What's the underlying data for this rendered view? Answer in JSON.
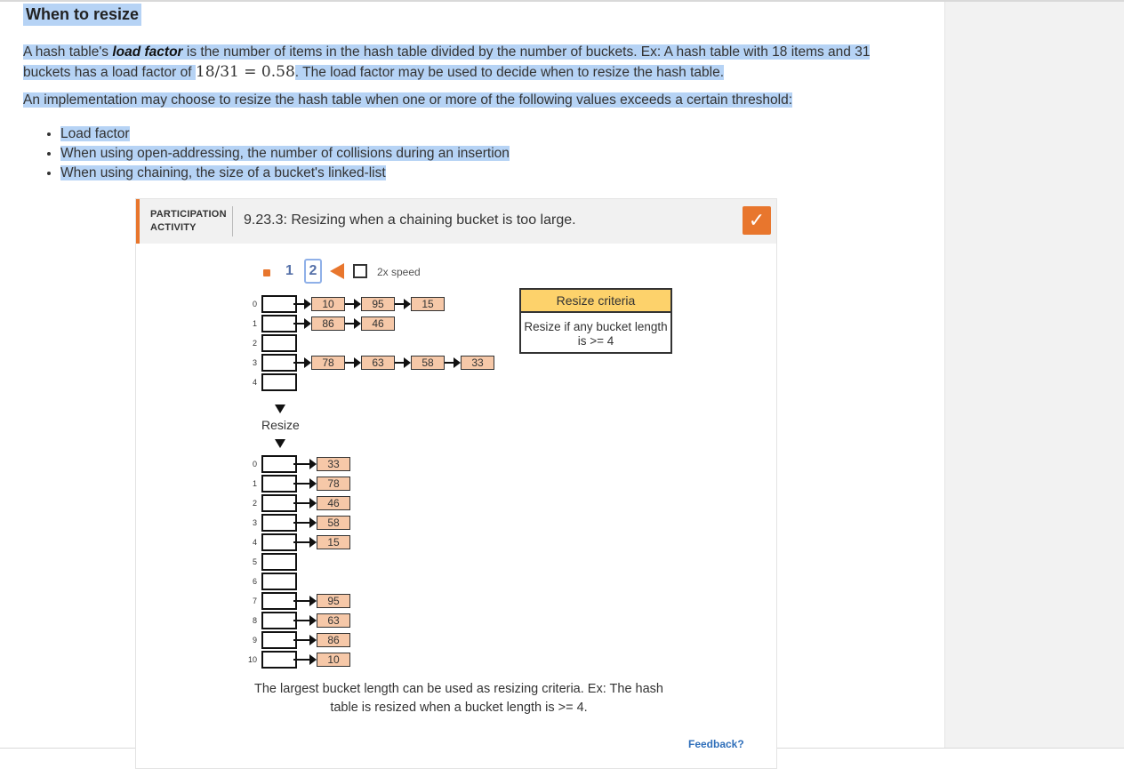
{
  "heading": "When to resize",
  "para1": {
    "before_term": "A hash table's ",
    "term": "load factor",
    "after_term": " is the number of items in the hash table divided by the number of buckets. Ex: A hash table with 18 items and 31 buckets has a load factor of ",
    "math": "18/31 = 0.58",
    "after_math": ". The load factor may be used to decide when to resize the hash table."
  },
  "para2": "An implementation may choose to resize the hash table when one or more of the following values exceeds a certain threshold:",
  "bullets": [
    "Load factor",
    "When using open-addressing, the number of collisions during an insertion",
    "When using chaining, the size of a bucket's linked-list"
  ],
  "activity": {
    "label_line1": "PARTICIPATION",
    "label_line2": "ACTIVITY",
    "title": "9.23.3: Resizing when a chaining bucket is too large.",
    "completed": true,
    "accent_color": "#e8762d",
    "controls": {
      "step1": "1",
      "step2": "2",
      "speed_label": "2x speed",
      "speed_checked": false
    },
    "table_before": {
      "indices": [
        "0",
        "1",
        "2",
        "3",
        "4"
      ],
      "chains": {
        "0": [
          "10",
          "95",
          "15"
        ],
        "1": [
          "86",
          "46"
        ],
        "3": [
          "78",
          "63",
          "58",
          "33"
        ]
      }
    },
    "resize_label": "Resize",
    "table_after": {
      "indices": [
        "0",
        "1",
        "2",
        "3",
        "4",
        "5",
        "6",
        "7",
        "8",
        "9",
        "10"
      ],
      "chains": {
        "0": [
          "33"
        ],
        "1": [
          "78"
        ],
        "2": [
          "46"
        ],
        "3": [
          "58"
        ],
        "4": [
          "15"
        ],
        "7": [
          "95"
        ],
        "8": [
          "63"
        ],
        "9": [
          "86"
        ],
        "10": [
          "10"
        ]
      }
    },
    "criteria": {
      "title": "Resize criteria",
      "body": "Resize if any bucket length is >= 4"
    },
    "caption": "The largest bucket length can be used as resizing criteria. Ex: The hash table is resized when a bucket length is >= 4.",
    "feedback": "Feedback?"
  }
}
